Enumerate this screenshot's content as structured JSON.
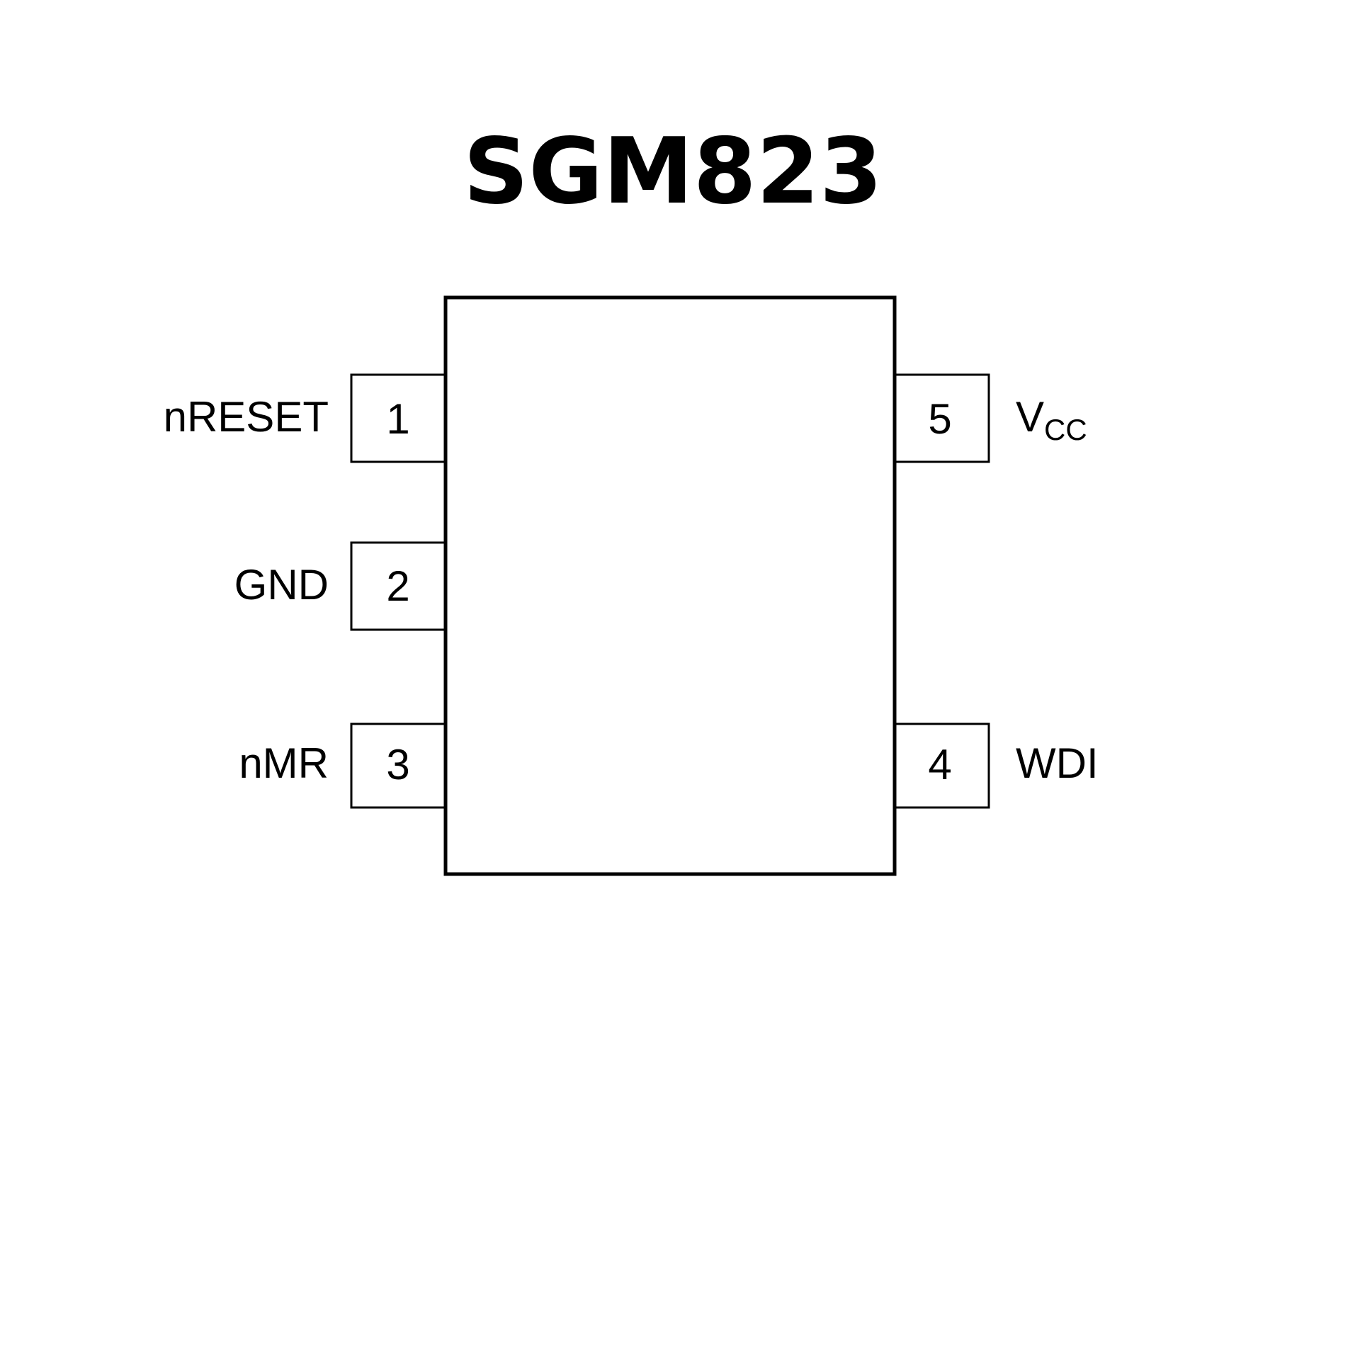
{
  "title": "SGM823",
  "pins": [
    {
      "number": "1",
      "name": "nRESET"
    },
    {
      "number": "2",
      "name": "GND"
    },
    {
      "number": "3",
      "name": "nMR"
    },
    {
      "number": "4",
      "name": "WDI"
    },
    {
      "number": "5",
      "name": "V",
      "name_subscript": "CC"
    }
  ]
}
